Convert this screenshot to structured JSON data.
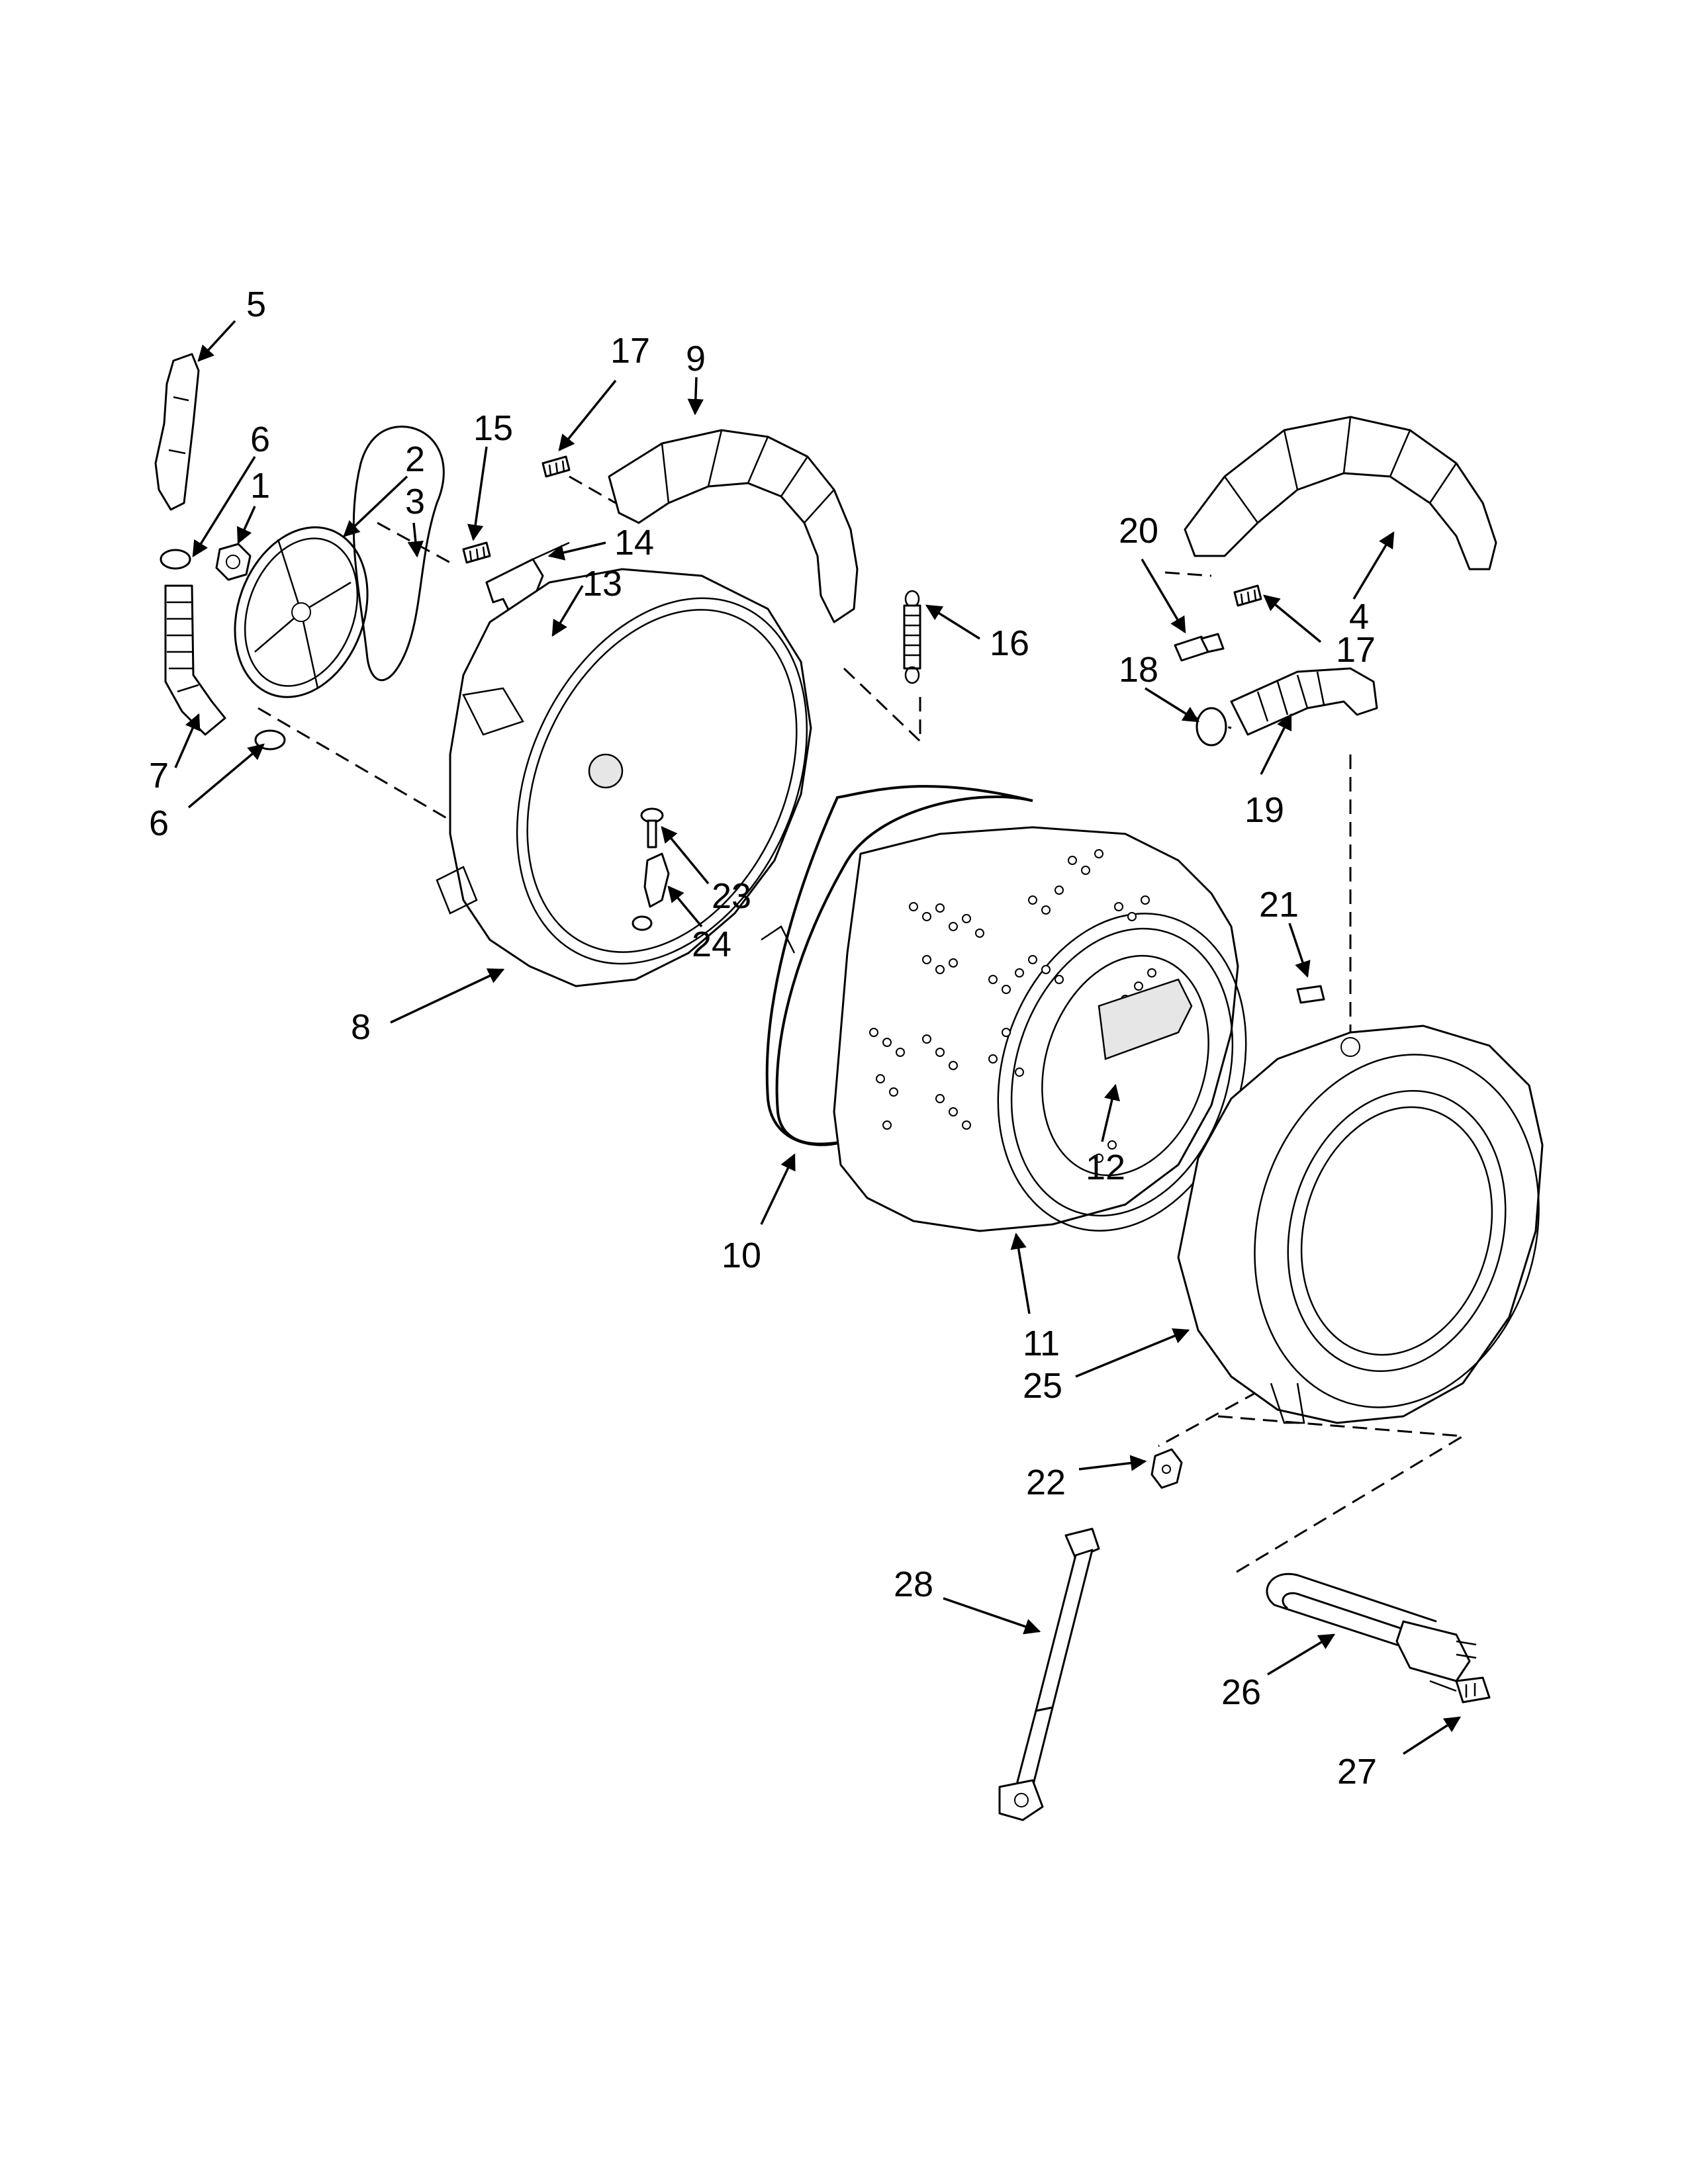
{
  "callouts": {
    "c1": "1",
    "c2": "2",
    "c3": "3",
    "c4": "4",
    "c5": "5",
    "c6a": "6",
    "c6b": "6",
    "c7": "7",
    "c8": "8",
    "c9": "9",
    "c10": "10",
    "c11": "11",
    "c12": "12",
    "c13": "13",
    "c14": "14",
    "c15": "15",
    "c16": "16",
    "c17a": "17",
    "c17b": "17",
    "c18": "18",
    "c19": "19",
    "c20": "20",
    "c21": "21",
    "c22": "22",
    "c23": "23",
    "c24": "24",
    "c25": "25",
    "c26": "26",
    "c27": "27",
    "c28": "28"
  },
  "colors": {
    "line": "#000000",
    "background": "#ffffff"
  }
}
